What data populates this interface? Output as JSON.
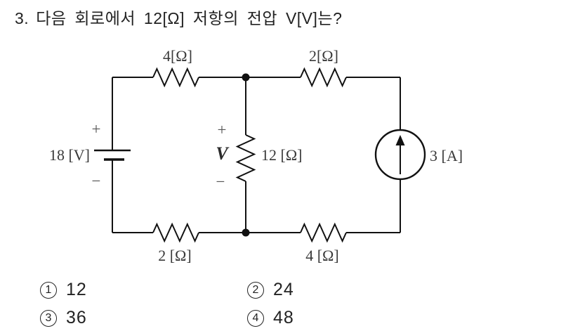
{
  "question": {
    "number": "3.",
    "text": "다음 회로에서 12[Ω] 저항의 전압 V[V]는?"
  },
  "circuit": {
    "labels": {
      "resistor_top_left": "4[Ω]",
      "resistor_top_right": "2[Ω]",
      "voltage_source": "18 [V]",
      "resistor_middle": "12 [Ω]",
      "voltage_across_middle": "V",
      "current_source": "3 [A]",
      "resistor_bottom_left": "2 [Ω]",
      "resistor_bottom_right": "4 [Ω]",
      "plus": "+",
      "minus": "−"
    }
  },
  "options": [
    {
      "marker": "1",
      "value": "12"
    },
    {
      "marker": "2",
      "value": "24"
    },
    {
      "marker": "3",
      "value": "36"
    },
    {
      "marker": "4",
      "value": "48"
    }
  ],
  "colors": {
    "ink": "#111111",
    "label_ink": "#3a3a3a",
    "background": "#ffffff"
  }
}
